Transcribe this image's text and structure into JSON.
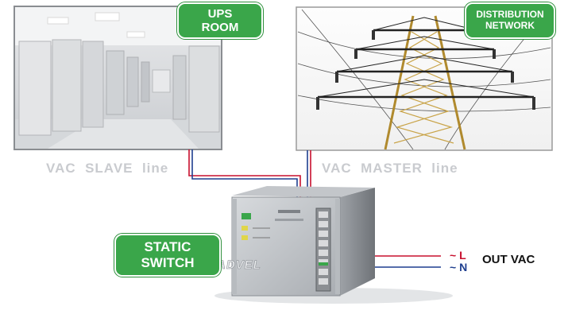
{
  "badges": {
    "ups_room": [
      "UPS",
      "ROOM"
    ],
    "distribution_network": [
      "DISTRIBUTION",
      "NETWORK"
    ],
    "static_switch": [
      "STATIC",
      "SWITCH"
    ]
  },
  "lines": {
    "slave": "VAC  SLAVE  line",
    "master": "VAC  MASTER  line"
  },
  "output": {
    "label": "OUT VAC",
    "phase_l": "~ L",
    "phase_n": "~ N"
  },
  "device": {
    "brand": "ADVEL"
  },
  "colors": {
    "badge_green": "#3aa64a",
    "line_red": "#c8102e",
    "line_blue": "#1f3f8f",
    "label_grey": "#c9cbcf"
  }
}
